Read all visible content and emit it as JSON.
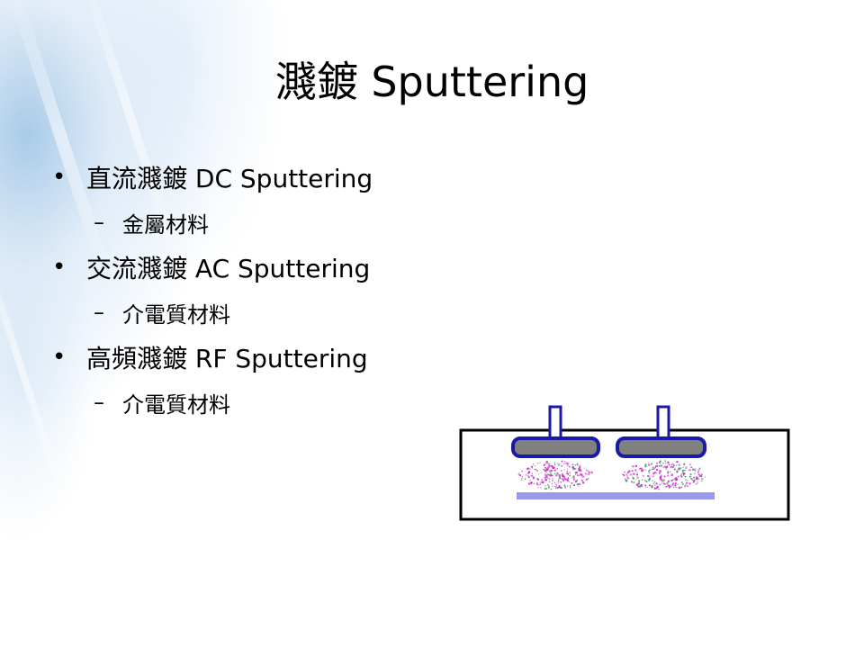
{
  "slide": {
    "title": "濺鍍 Sputtering",
    "bullets": [
      {
        "marker": "•",
        "text": "直流濺鍍 DC Sputtering",
        "sub": {
          "marker": "–",
          "text": "金屬材料"
        }
      },
      {
        "marker": "•",
        "text": "交流濺鍍 AC Sputtering",
        "sub": {
          "marker": "–",
          "text": "介電質材料"
        }
      },
      {
        "marker": "•",
        "text": "高頻濺鍍 RF Sputtering",
        "sub": {
          "marker": "–",
          "text": "介電質材料"
        }
      }
    ]
  },
  "diagram": {
    "chamber_color": "#000000",
    "target_fill": "#808080",
    "target_outline": "#1a1aa8",
    "substrate_color": "#9999ee",
    "particle_colors": [
      "#cc33cc",
      "#33aa55"
    ]
  }
}
